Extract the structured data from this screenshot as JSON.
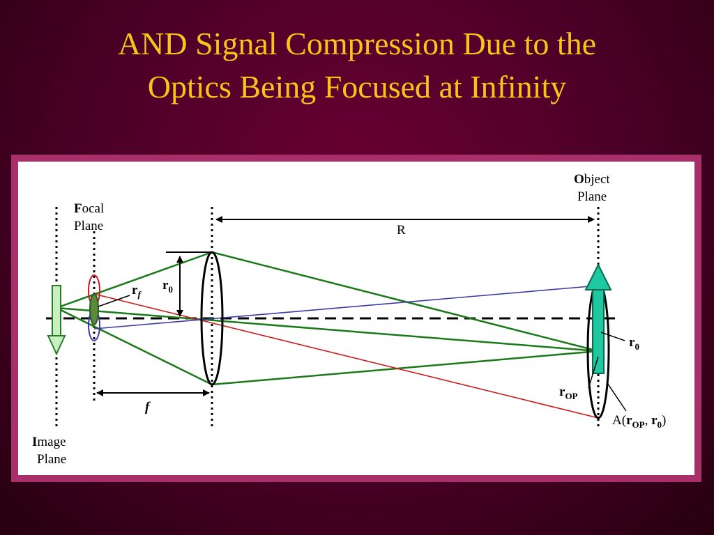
{
  "slide": {
    "title_line1": "AND Signal Compression Due to the",
    "title_line2": "Optics Being Focused at Infinity",
    "title_color": "#f5c518",
    "background_color": "#4a0026",
    "frame_color": "#a8306a"
  },
  "diagram": {
    "focal_plane": {
      "initial": "F",
      "rest": "ocal",
      "line2": "Plane"
    },
    "image_plane": {
      "initial": "I",
      "rest": "mage",
      "line2": "Plane"
    },
    "object_plane": {
      "initial": "O",
      "rest": "bject",
      "line2": "Plane"
    },
    "distance_R": "R",
    "focal_length": "f",
    "r_f": {
      "base": "r",
      "sub": "f"
    },
    "r0_lens": {
      "base": "r",
      "sub": "0"
    },
    "r0_object": {
      "base": "r",
      "sub": "0"
    },
    "r_op": {
      "base": "r",
      "sub": "OP"
    },
    "amplitude": {
      "prefix": "A(",
      "r1": "r",
      "r1_sub": "OP",
      "sep": ", ",
      "r2": "r",
      "r2_sub": "0",
      "suffix": ")"
    },
    "colors": {
      "green_ray": "#1a7a1a",
      "red_ray": "#cc1a1a",
      "blue_ray": "#3a3aa8",
      "object_arrow": "#1ec8a0",
      "image_arrow": "#c8f0c0"
    }
  }
}
